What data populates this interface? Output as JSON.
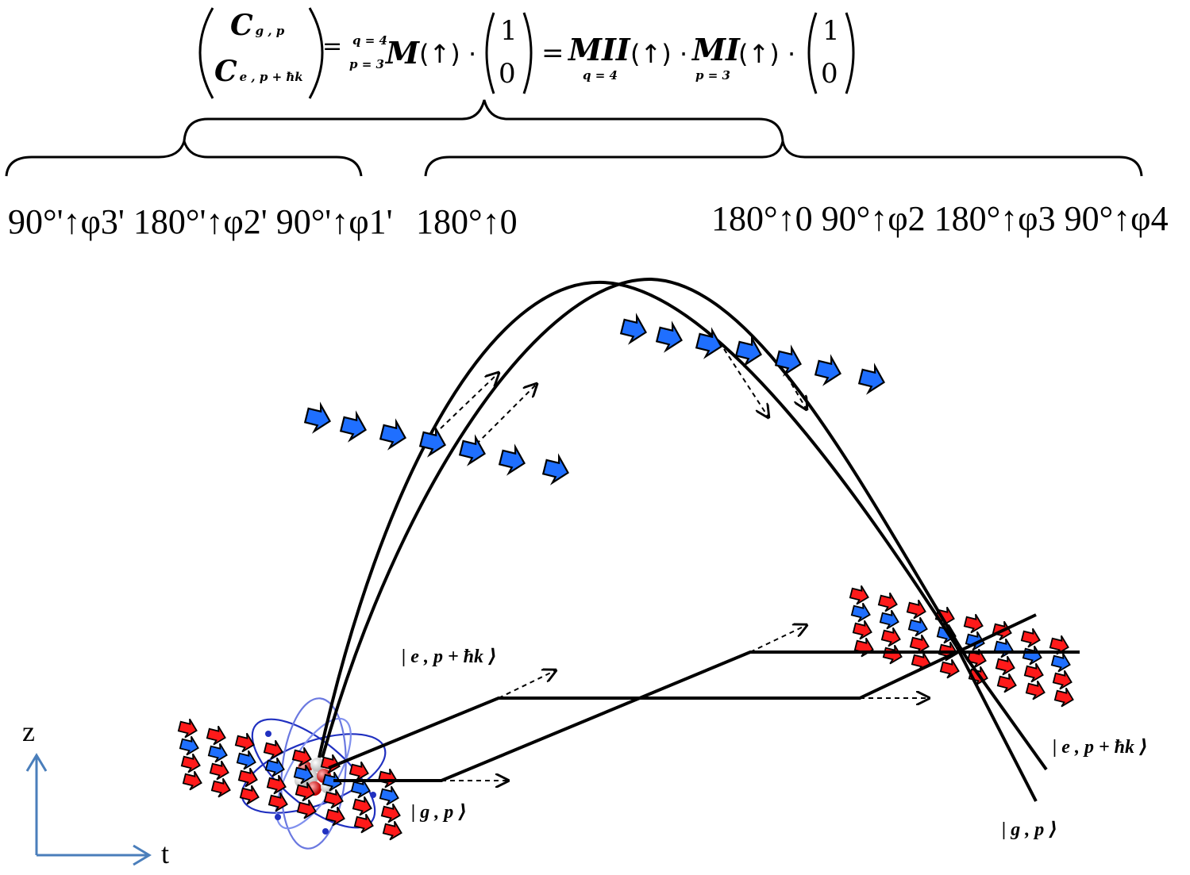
{
  "equation": {
    "c_g": "C",
    "c_g_sub": "g , p",
    "c_e": "C",
    "c_e_sub": "e , p + ħk",
    "eq1": "=",
    "lim_q": "q = 4",
    "lim_p": "p = 3",
    "m": "M",
    "arrow_arg": "(↑) ·",
    "vec_top": "1",
    "vec_bottom": "0",
    "eq2": "=",
    "mii": "MII",
    "mii_sub": "q = 4",
    "mi": "MI",
    "mi_sub": "p = 3",
    "dot": "·"
  },
  "sequences": {
    "left": "90°'↑φ3' 180°'↑φ2' 90°'↑φ1'",
    "middle": "180°↑0",
    "right": "180°↑0 90°↑φ2 180°↑φ3 90°↑φ4"
  },
  "states": {
    "excited_upper": "| e , p + ħk ⟩",
    "ground_lower": "| g , p ⟩",
    "excited_right": "| e , p + ħk ⟩",
    "ground_right": "| g , p ⟩"
  },
  "axes": {
    "vertical": "z",
    "horizontal": "t",
    "color": "#4a7ebb"
  },
  "colors": {
    "blue_pulse": "#1f6fff",
    "red_pulse": "#ff1010",
    "paths": "#000000"
  }
}
